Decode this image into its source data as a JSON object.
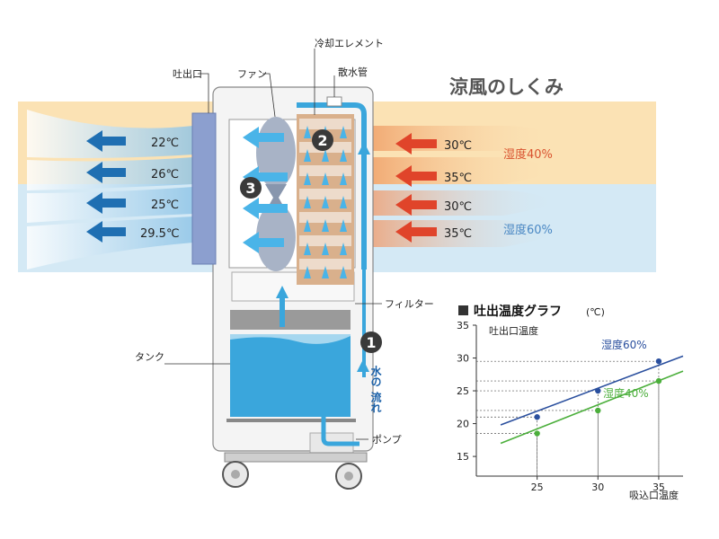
{
  "title": "涼風のしくみ",
  "labels": {
    "outlet": "吐出口",
    "fan": "ファン",
    "cooling_element": "冷却エレメント",
    "water_pipe": "散水管",
    "filter": "フィルター",
    "tank": "タンク",
    "pump": "ポンプ",
    "water_flow_1": "水の",
    "water_flow_2": "流れ"
  },
  "step_numbers": [
    "1",
    "2",
    "3"
  ],
  "outlet_temps": [
    "22℃",
    "26℃",
    "25℃",
    "29.5℃"
  ],
  "inlet_temps": [
    "30℃",
    "35℃",
    "30℃",
    "35℃"
  ],
  "humidity": {
    "upper": "湿度40%",
    "lower": "湿度60%"
  },
  "colors": {
    "upper_band": "#fbe2b4",
    "lower_band": "#d4e9f5",
    "cool_arrow": "#1f6fb2",
    "warm_arrow": "#e0442a",
    "water": "#3aa6dc",
    "element": "#d9b08c",
    "humidity40": "#d9532f",
    "humidity60": "#4a88c4"
  },
  "graph": {
    "title": "吐出温度グラフ",
    "unit": "(℃)",
    "icon": "square-bullet-icon"
  },
  "chart_data": {
    "type": "line",
    "title": "吐出温度グラフ (℃)",
    "xlabel": "吸込口温度",
    "ylabel": "吐出口温度",
    "x_ticks": [
      "25",
      "30",
      "35"
    ],
    "y_ticks": [
      "35",
      "30",
      "25",
      "20",
      "15"
    ],
    "xlim": [
      20,
      37
    ],
    "ylim": [
      12,
      35
    ],
    "grid": false,
    "series": [
      {
        "name": "湿度60%",
        "color": "#2a4f9e",
        "line": [
          [
            22,
            19.8
          ],
          [
            37,
            30.3
          ]
        ],
        "x": [
          25,
          30,
          35
        ],
        "y": [
          21.0,
          25.0,
          29.5
        ]
      },
      {
        "name": "湿度40%",
        "color": "#4caf3c",
        "line": [
          [
            22,
            17.0
          ],
          [
            37,
            28.0
          ]
        ],
        "x": [
          25,
          30,
          35
        ],
        "y": [
          18.5,
          22.0,
          26.5
        ]
      }
    ]
  }
}
